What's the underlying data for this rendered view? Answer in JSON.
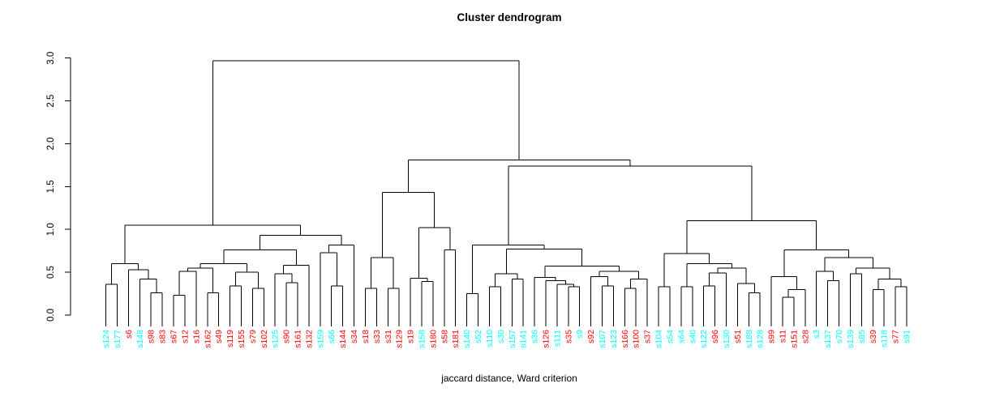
{
  "chart_data": {
    "type": "dendrogram",
    "title": "Cluster dendrogram",
    "xlabel": "jaccard distance, Ward criterion",
    "ylabel": "",
    "ylim": [
      0.0,
      3.0
    ],
    "ytick_values": [
      0.0,
      0.5,
      1.0,
      1.5,
      2.0,
      2.5,
      3.0
    ],
    "ytick_labels": [
      "0.0",
      "0.5",
      "1.0",
      "1.5",
      "2.0",
      "2.5",
      "3.0"
    ],
    "grid": false,
    "legend": false,
    "palette": {
      "red": "#FF0000",
      "cyan": "#00FFFF",
      "line": "#000000",
      "background": "#FFFFFF"
    },
    "leaves": [
      {
        "label": "s124",
        "color": "cyan"
      },
      {
        "label": "s177",
        "color": "cyan"
      },
      {
        "label": "s6",
        "color": "red"
      },
      {
        "label": "s148",
        "color": "cyan"
      },
      {
        "label": "s98",
        "color": "red"
      },
      {
        "label": "s83",
        "color": "red"
      },
      {
        "label": "s67",
        "color": "red"
      },
      {
        "label": "s12",
        "color": "red"
      },
      {
        "label": "s16",
        "color": "red"
      },
      {
        "label": "s162",
        "color": "red"
      },
      {
        "label": "s49",
        "color": "red"
      },
      {
        "label": "s119",
        "color": "red"
      },
      {
        "label": "s155",
        "color": "red"
      },
      {
        "label": "s79",
        "color": "red"
      },
      {
        "label": "s102",
        "color": "red"
      },
      {
        "label": "s125",
        "color": "cyan"
      },
      {
        "label": "s90",
        "color": "red"
      },
      {
        "label": "s161",
        "color": "red"
      },
      {
        "label": "s132",
        "color": "red"
      },
      {
        "label": "s159",
        "color": "cyan"
      },
      {
        "label": "s66",
        "color": "cyan"
      },
      {
        "label": "s144",
        "color": "red"
      },
      {
        "label": "s34",
        "color": "red"
      },
      {
        "label": "s18",
        "color": "red"
      },
      {
        "label": "s33",
        "color": "red"
      },
      {
        "label": "s31",
        "color": "red"
      },
      {
        "label": "s129",
        "color": "red"
      },
      {
        "label": "s19",
        "color": "red"
      },
      {
        "label": "s158",
        "color": "cyan"
      },
      {
        "label": "s180",
        "color": "red"
      },
      {
        "label": "s58",
        "color": "red"
      },
      {
        "label": "s181",
        "color": "red"
      },
      {
        "label": "s140",
        "color": "cyan"
      },
      {
        "label": "s52",
        "color": "cyan"
      },
      {
        "label": "s110",
        "color": "cyan"
      },
      {
        "label": "s30",
        "color": "cyan"
      },
      {
        "label": "s157",
        "color": "cyan"
      },
      {
        "label": "s141",
        "color": "cyan"
      },
      {
        "label": "s36",
        "color": "cyan"
      },
      {
        "label": "s126",
        "color": "red"
      },
      {
        "label": "s111",
        "color": "cyan"
      },
      {
        "label": "s35",
        "color": "red"
      },
      {
        "label": "s9",
        "color": "cyan"
      },
      {
        "label": "s92",
        "color": "red"
      },
      {
        "label": "s107",
        "color": "cyan"
      },
      {
        "label": "s123",
        "color": "cyan"
      },
      {
        "label": "s166",
        "color": "red"
      },
      {
        "label": "s100",
        "color": "red"
      },
      {
        "label": "s37",
        "color": "red"
      },
      {
        "label": "s104",
        "color": "cyan"
      },
      {
        "label": "s54",
        "color": "cyan"
      },
      {
        "label": "s64",
        "color": "cyan"
      },
      {
        "label": "s40",
        "color": "cyan"
      },
      {
        "label": "s122",
        "color": "cyan"
      },
      {
        "label": "s96",
        "color": "red"
      },
      {
        "label": "s130",
        "color": "cyan"
      },
      {
        "label": "s51",
        "color": "red"
      },
      {
        "label": "s188",
        "color": "cyan"
      },
      {
        "label": "s128",
        "color": "cyan"
      },
      {
        "label": "s99",
        "color": "red"
      },
      {
        "label": "s11",
        "color": "red"
      },
      {
        "label": "s151",
        "color": "red"
      },
      {
        "label": "s28",
        "color": "red"
      },
      {
        "label": "s3",
        "color": "cyan"
      },
      {
        "label": "s137",
        "color": "cyan"
      },
      {
        "label": "s70",
        "color": "cyan"
      },
      {
        "label": "s139",
        "color": "cyan"
      },
      {
        "label": "s85",
        "color": "cyan"
      },
      {
        "label": "s39",
        "color": "red"
      },
      {
        "label": "s118",
        "color": "cyan"
      },
      {
        "label": "s77",
        "color": "red"
      },
      {
        "label": "s91",
        "color": "cyan"
      }
    ],
    "tree": {
      "h": 2.97,
      "c": [
        {
          "h": 1.05,
          "c": [
            {
              "h": 0.6,
              "c": [
                {
                  "h": 0.36,
                  "c": [
                    "s124",
                    "s177"
                  ]
                },
                {
                  "h": 0.53,
                  "c": [
                    "s6",
                    {
                      "h": 0.42,
                      "c": [
                        "s148",
                        {
                          "h": 0.26,
                          "c": [
                            "s98",
                            "s83"
                          ]
                        }
                      ]
                    }
                  ]
                }
              ]
            },
            {
              "h": 0.93,
              "c": [
                {
                  "h": 0.76,
                  "c": [
                    {
                      "h": 0.6,
                      "c": [
                        {
                          "h": 0.55,
                          "c": [
                            {
                              "h": 0.51,
                              "c": [
                                {
                                  "h": 0.23,
                                  "c": [
                                    "s67",
                                    "s12"
                                  ]
                                },
                                "s16"
                              ]
                            },
                            {
                              "h": 0.26,
                              "c": [
                                "s162",
                                "s49"
                              ]
                            }
                          ]
                        },
                        {
                          "h": 0.5,
                          "c": [
                            {
                              "h": 0.34,
                              "c": [
                                "s119",
                                "s155"
                              ]
                            },
                            {
                              "h": 0.31,
                              "c": [
                                "s79",
                                "s102"
                              ]
                            }
                          ]
                        }
                      ]
                    },
                    {
                      "h": 0.58,
                      "c": [
                        {
                          "h": 0.48,
                          "c": [
                            "s125",
                            {
                              "h": 0.38,
                              "c": [
                                "s90",
                                "s161"
                              ]
                            }
                          ]
                        },
                        "s132"
                      ]
                    }
                  ]
                },
                {
                  "h": 0.82,
                  "c": [
                    {
                      "h": 0.73,
                      "c": [
                        "s159",
                        {
                          "h": 0.34,
                          "c": [
                            "s66",
                            "s144"
                          ]
                        }
                      ]
                    },
                    "s34"
                  ]
                }
              ]
            }
          ]
        },
        {
          "h": 1.81,
          "c": [
            {
              "h": 1.43,
              "c": [
                {
                  "h": 0.67,
                  "c": [
                    {
                      "h": 0.31,
                      "c": [
                        "s18",
                        "s33"
                      ]
                    },
                    {
                      "h": 0.31,
                      "c": [
                        "s31",
                        "s129"
                      ]
                    }
                  ]
                },
                {
                  "h": 1.02,
                  "c": [
                    {
                      "h": 0.43,
                      "c": [
                        "s19",
                        {
                          "h": 0.39,
                          "c": [
                            "s158",
                            "s180"
                          ]
                        }
                      ]
                    },
                    {
                      "h": 0.76,
                      "c": [
                        "s58",
                        "s181"
                      ]
                    }
                  ]
                }
              ]
            },
            {
              "h": 1.74,
              "c": [
                {
                  "h": 0.82,
                  "c": [
                    {
                      "h": 0.25,
                      "c": [
                        "s140",
                        "s52"
                      ]
                    },
                    {
                      "h": 0.77,
                      "c": [
                        {
                          "h": 0.48,
                          "c": [
                            {
                              "h": 0.33,
                              "c": [
                                "s110",
                                "s30"
                              ]
                            },
                            {
                              "h": 0.42,
                              "c": [
                                "s157",
                                "s141"
                              ]
                            }
                          ]
                        },
                        {
                          "h": 0.57,
                          "c": [
                            {
                              "h": 0.44,
                              "c": [
                                "s36",
                                {
                                  "h": 0.4,
                                  "c": [
                                    "s126",
                                    {
                                      "h": 0.36,
                                      "c": [
                                        "s111",
                                        {
                                          "h": 0.33,
                                          "c": [
                                            "s35",
                                            "s9"
                                          ]
                                        }
                                      ]
                                    }
                                  ]
                                }
                              ]
                            },
                            {
                              "h": 0.51,
                              "c": [
                                {
                                  "h": 0.45,
                                  "c": [
                                    "s92",
                                    {
                                      "h": 0.34,
                                      "c": [
                                        "s107",
                                        "s123"
                                      ]
                                    }
                                  ]
                                },
                                {
                                  "h": 0.42,
                                  "c": [
                                    {
                                      "h": 0.31,
                                      "c": [
                                        "s166",
                                        "s100"
                                      ]
                                    },
                                    "s37"
                                  ]
                                }
                              ]
                            }
                          ]
                        }
                      ]
                    }
                  ]
                },
                {
                  "h": 1.1,
                  "c": [
                    {
                      "h": 0.72,
                      "c": [
                        {
                          "h": 0.33,
                          "c": [
                            "s104",
                            "s54"
                          ]
                        },
                        {
                          "h": 0.6,
                          "c": [
                            {
                              "h": 0.33,
                              "c": [
                                "s64",
                                "s40"
                              ]
                            },
                            {
                              "h": 0.55,
                              "c": [
                                {
                                  "h": 0.49,
                                  "c": [
                                    {
                                      "h": 0.34,
                                      "c": [
                                        "s122",
                                        "s96"
                                      ]
                                    },
                                    "s130"
                                  ]
                                },
                                {
                                  "h": 0.37,
                                  "c": [
                                    "s51",
                                    {
                                      "h": 0.26,
                                      "c": [
                                        "s188",
                                        "s128"
                                      ]
                                    }
                                  ]
                                }
                              ]
                            }
                          ]
                        }
                      ]
                    },
                    {
                      "h": 0.76,
                      "c": [
                        {
                          "h": 0.45,
                          "c": [
                            "s99",
                            {
                              "h": 0.3,
                              "c": [
                                {
                                  "h": 0.21,
                                  "c": [
                                    "s11",
                                    "s151"
                                  ]
                                },
                                "s28"
                              ]
                            }
                          ]
                        },
                        {
                          "h": 0.67,
                          "c": [
                            {
                              "h": 0.51,
                              "c": [
                                "s3",
                                {
                                  "h": 0.4,
                                  "c": [
                                    "s137",
                                    "s70"
                                  ]
                                }
                              ]
                            },
                            {
                              "h": 0.55,
                              "c": [
                                {
                                  "h": 0.48,
                                  "c": [
                                    "s139",
                                    "s85"
                                  ]
                                },
                                {
                                  "h": 0.42,
                                  "c": [
                                    {
                                      "h": 0.3,
                                      "c": [
                                        "s39",
                                        "s118"
                                      ]
                                    },
                                    {
                                      "h": 0.33,
                                      "c": [
                                        "s77",
                                        "s91"
                                      ]
                                    }
                                  ]
                                }
                              ]
                            }
                          ]
                        }
                      ]
                    }
                  ]
                }
              ]
            }
          ]
        }
      ]
    }
  }
}
